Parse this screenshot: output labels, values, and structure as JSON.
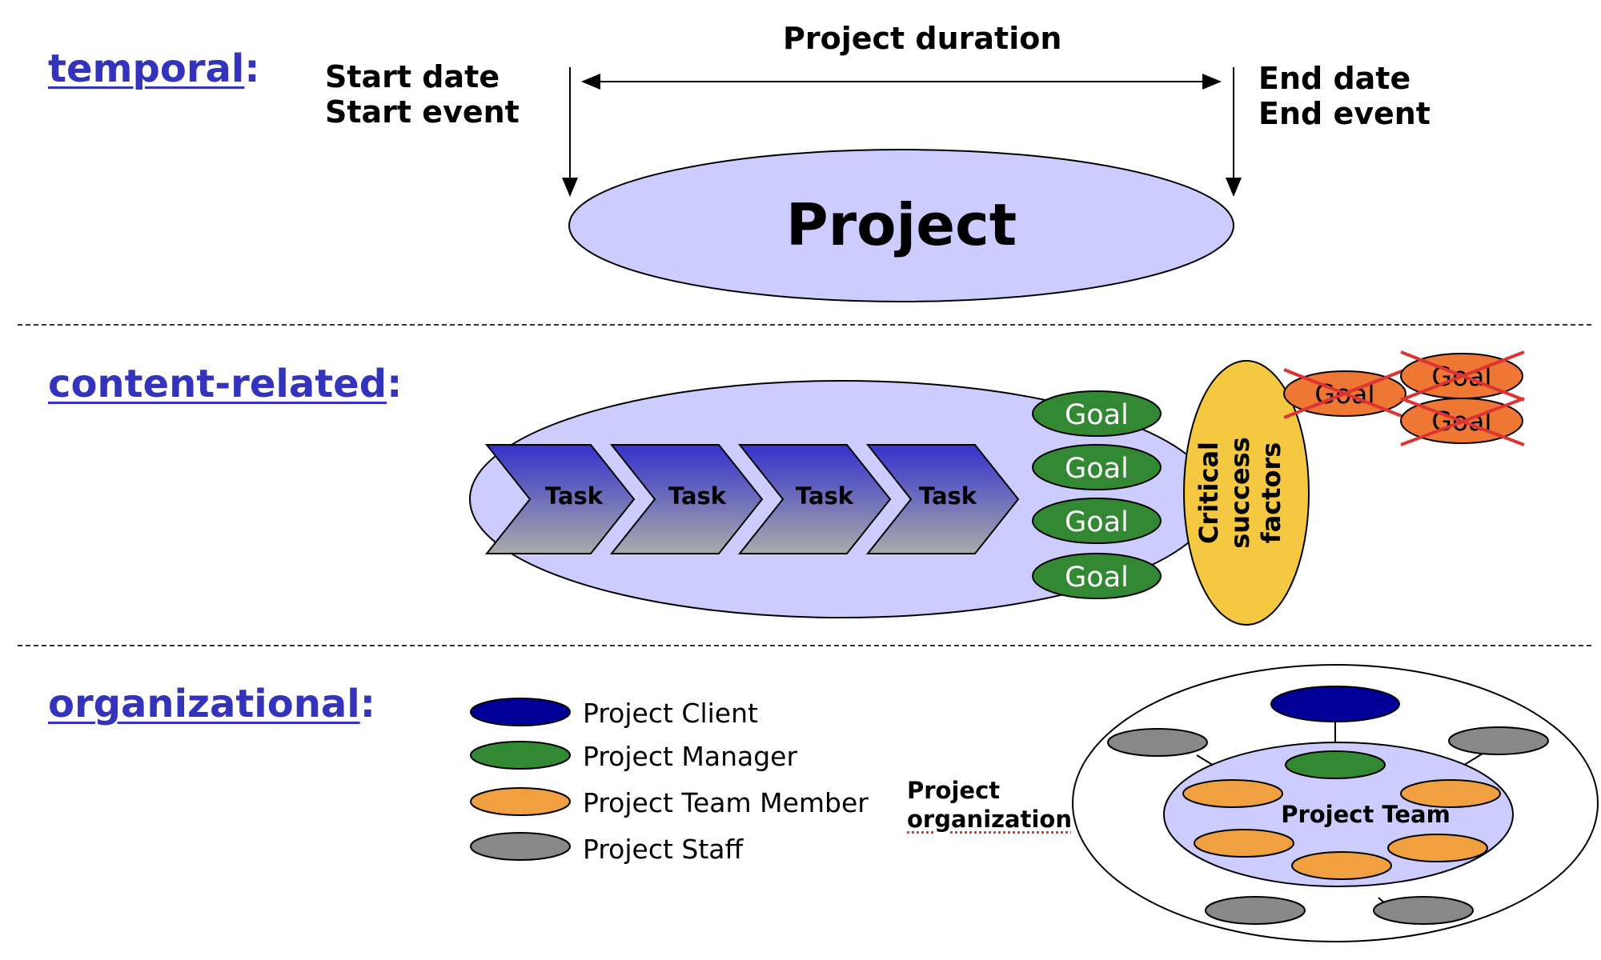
{
  "sections": {
    "temporal": {
      "label": "temporal",
      "colon": ":"
    },
    "content": {
      "label": "content-related",
      "colon": ":"
    },
    "organizational": {
      "label": "organizational",
      "colon": ":"
    }
  },
  "temporal": {
    "duration_label": "Project duration",
    "start_date": "Start date",
    "start_event": "Start event",
    "end_date": "End date",
    "end_event": "End event",
    "project_label": "Project"
  },
  "content": {
    "task_label": "Task",
    "goal_label": "Goal",
    "csf_lines": [
      "Critical",
      "success",
      "factors"
    ]
  },
  "organizational": {
    "legend": [
      {
        "label": "Project Client",
        "color": "#000099"
      },
      {
        "label": "Project Manager",
        "color": "#338833"
      },
      {
        "label": "Project Team Member",
        "color": "#f0a040"
      },
      {
        "label": "Project Staff",
        "color": "#888888"
      }
    ],
    "org_label_line1": "Project",
    "org_label_line2": "organization",
    "team_label": "Project Team"
  },
  "colors": {
    "accent": "#3333bb",
    "ellipse_fill": "#ccccff",
    "goal_green": "#338833",
    "csf_yellow": "#f5c842",
    "crossed_goal_orange": "#ee7733",
    "cross_red": "#dd3333"
  }
}
